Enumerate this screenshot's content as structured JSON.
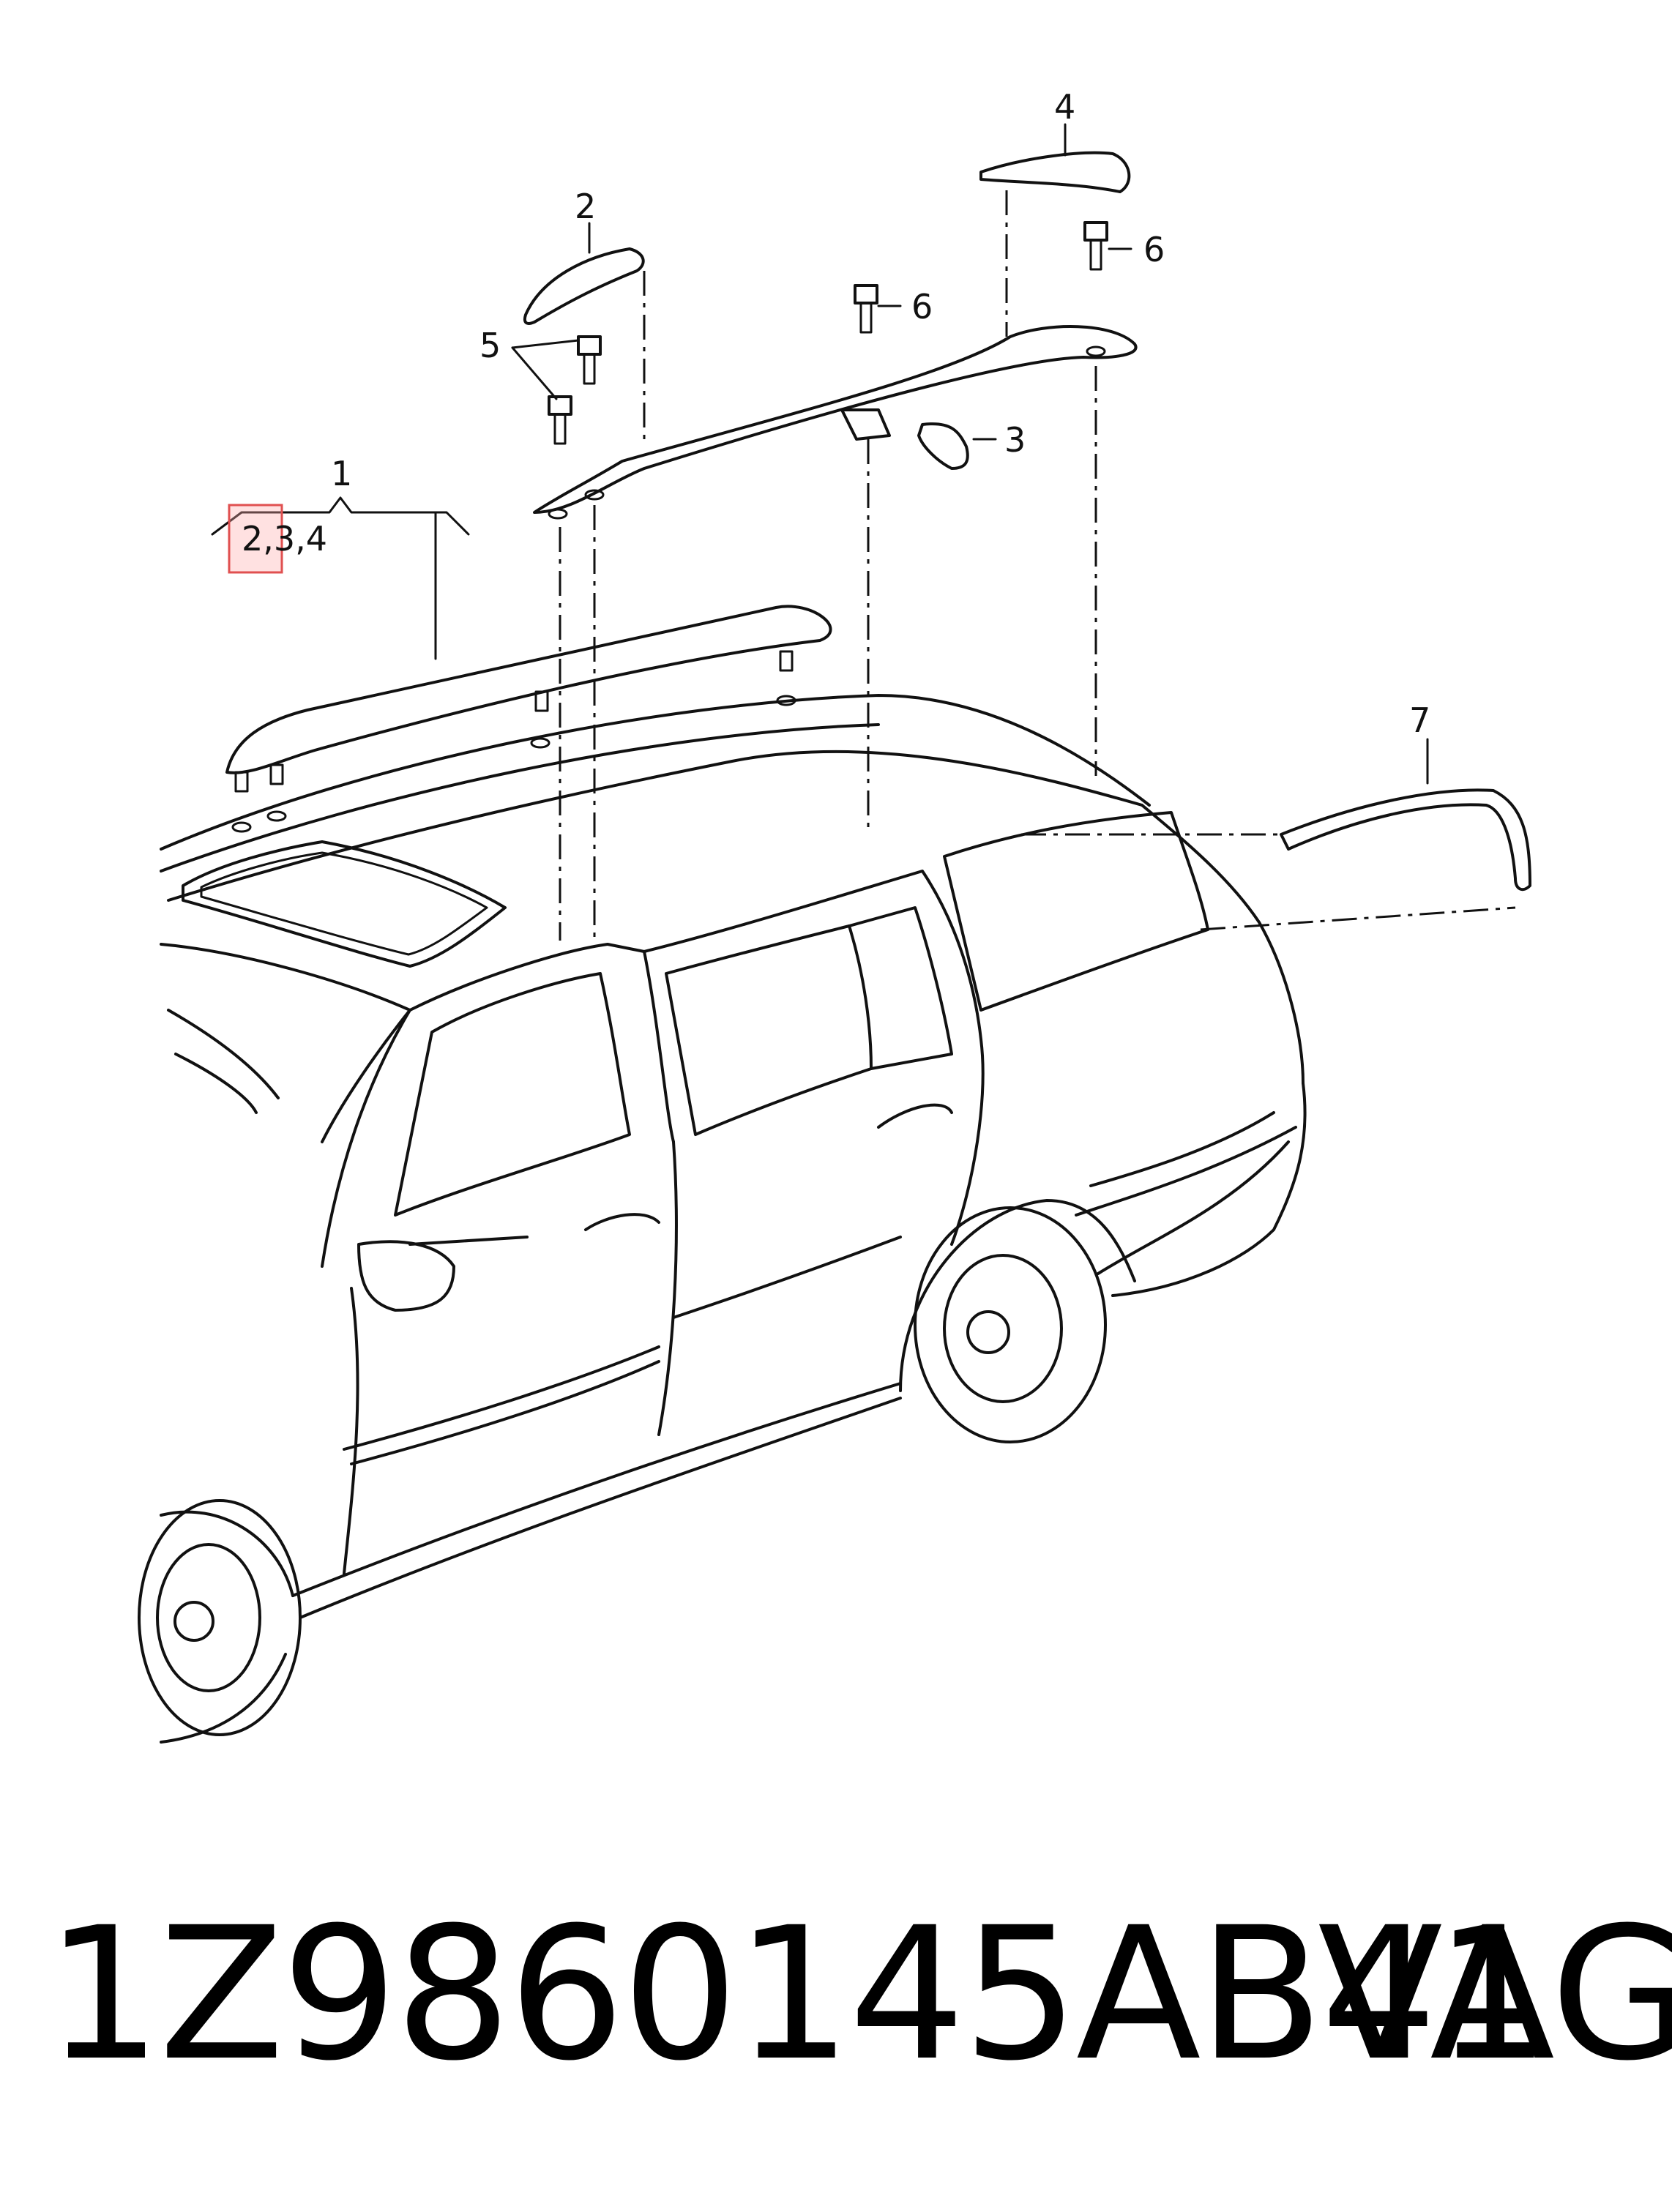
{
  "callouts": {
    "c1": "1",
    "c234": "2,3,4",
    "c2": "2",
    "c3": "3",
    "c4": "4",
    "c5": "5",
    "c6a": "6",
    "c6b": "6",
    "c7": "7"
  },
  "footer": {
    "part_number": "1Z9860145AB41",
    "brand": "VAG"
  }
}
